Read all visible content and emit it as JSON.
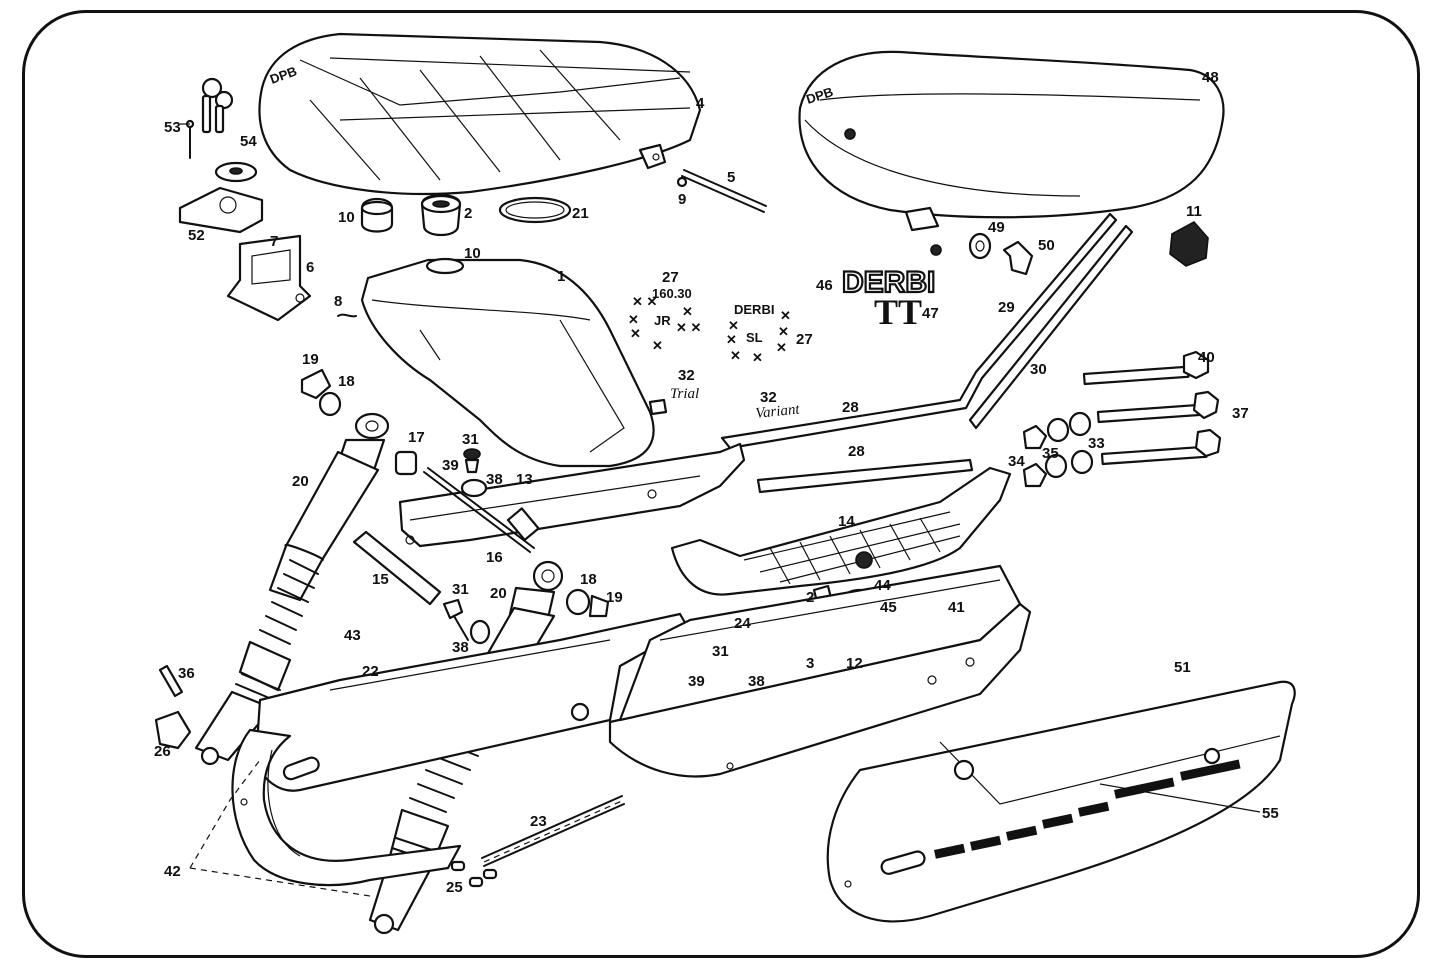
{
  "decals": {
    "brand": "DERBI",
    "model": "TT",
    "small_brand": "DERBI",
    "small_model": "SL",
    "small_model_2": "JR",
    "small_number": "160.30",
    "script_1": "Trial",
    "script_2": "Variant"
  },
  "callouts": {
    "c1": "1",
    "c2": "2",
    "c2b": "2",
    "c3": "3",
    "c4": "4",
    "c5": "5",
    "c6": "6",
    "c7": "7",
    "c8": "8",
    "c9": "9",
    "c10": "10",
    "c10b": "10",
    "c11": "11",
    "c12": "12",
    "c13": "13",
    "c14": "14",
    "c15": "15",
    "c16": "16",
    "c17": "17",
    "c18": "18",
    "c18b": "18",
    "c19": "19",
    "c19b": "19",
    "c20": "20",
    "c20b": "20",
    "c21": "21",
    "c22": "22",
    "c23": "23",
    "c24": "24",
    "c25": "25",
    "c26": "26",
    "c27": "27",
    "c27b": "27",
    "c28": "28",
    "c28b": "28",
    "c29": "29",
    "c30": "30",
    "c31": "31",
    "c31b": "31",
    "c31c": "31",
    "c32": "32",
    "c32b": "32",
    "c33": "33",
    "c34": "34",
    "c35": "35",
    "c36": "36",
    "c37": "37",
    "c38": "38",
    "c38b": "38",
    "c38c": "38",
    "c39": "39",
    "c39b": "39",
    "c40": "40",
    "c41": "41",
    "c42": "42",
    "c43": "43",
    "c44": "44",
    "c45": "45",
    "c46": "46",
    "c47": "47",
    "c48": "48",
    "c49": "49",
    "c50": "50",
    "c51": "51",
    "c52": "52",
    "c53": "53",
    "c54": "54",
    "c55": "55"
  }
}
